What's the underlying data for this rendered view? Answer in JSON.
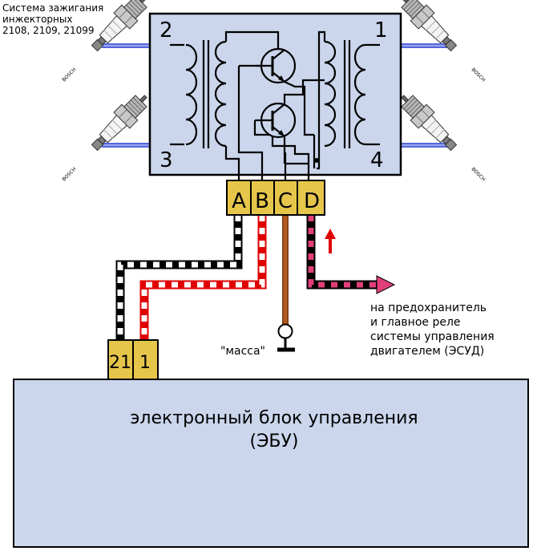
{
  "header": {
    "line1": "Система зажигания",
    "line2": "инжекторных",
    "line3": "2108, 2109, 21099"
  },
  "coil": {
    "cyl_top_left": "2",
    "cyl_top_right": "1",
    "cyl_bottom_left": "3",
    "cyl_bottom_right": "4"
  },
  "connector": {
    "pin_a": "A",
    "pin_b": "B",
    "pin_c": "C",
    "pin_d": "D"
  },
  "ecu_connector": {
    "pin_21": "21",
    "pin_1": "1"
  },
  "ground_label": "\"масса\"",
  "note": {
    "line1": "на предохранитель",
    "line2": "и главное реле",
    "line3": "системы управления",
    "line4": "двигателем (ЭСУД)"
  },
  "spark_plug_brand": "BOSCH",
  "ecu": {
    "line1": "электронный блок управления",
    "line2": "(ЭБУ)"
  },
  "colors": {
    "coil_fill": "#cbd6ec",
    "ecu_fill": "#cbd6ec",
    "connector_fill": "#e6c64a",
    "hv_wire": "#5566dd",
    "ground_wire": "#b05a22",
    "feed_wire_accent": "#e23e7a",
    "signal_wire_accent": "#e00000",
    "arrow_up": "#e00000"
  }
}
